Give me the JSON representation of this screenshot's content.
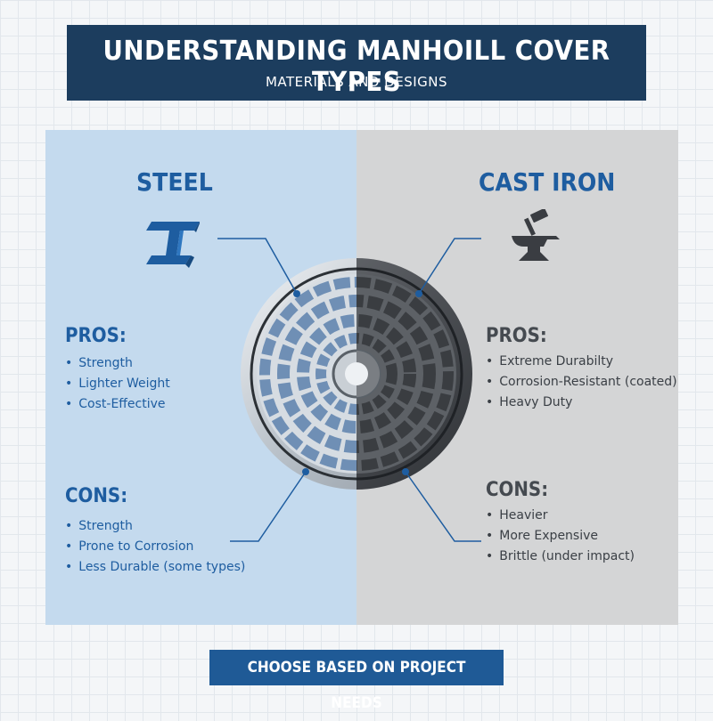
{
  "header": {
    "title": "UNDERSTANDING MANHOILL COVER TYPES",
    "subtitle": "MATERIALS AND DESIGNS"
  },
  "steel": {
    "title": "STEEL",
    "icon": "steel-beam-icon",
    "pros_title": "PROS:",
    "pros": [
      "Strength",
      "Lighter Weight",
      "Cost-Effective"
    ],
    "cons_title": "CONS:",
    "cons": [
      "Strength",
      "Prone to Corrosion",
      "Less Durable (some types)"
    ]
  },
  "cast_iron": {
    "title": "CAST IRON",
    "icon": "anvil-hammer-icon",
    "pros_title": "PROS:",
    "pros": [
      "Extreme Durabilty",
      "Corrosion-Resistant (coated)",
      "Heavy Duty"
    ],
    "cons_title": "CONS:",
    "cons": [
      "Heavier",
      "More Expensive",
      "Brittle (under impact)"
    ]
  },
  "footer": {
    "label": "CHOOSE BASED ON PROJECT NEEDS"
  },
  "colors": {
    "navy": "#1c3d5e",
    "steel_blue": "#1e5da0",
    "steel_panel": "#c4daee",
    "iron_panel": "#d4d5d6"
  }
}
